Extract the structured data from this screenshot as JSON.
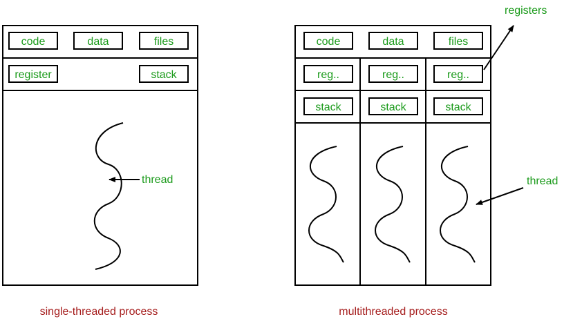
{
  "single": {
    "code": "code",
    "data": "data",
    "files": "files",
    "register": "register",
    "stack": "stack",
    "thread": "thread",
    "caption": "single-threaded process"
  },
  "multi": {
    "code": "code",
    "data": "data",
    "files": "files",
    "registers_label": "registers",
    "threads": [
      {
        "reg": "reg..",
        "stack": "stack"
      },
      {
        "reg": "reg..",
        "stack": "stack"
      },
      {
        "reg": "reg..",
        "stack": "stack"
      }
    ],
    "thread": "thread",
    "caption": "multithreaded process"
  },
  "colors": {
    "label": "#1a9a1a",
    "caption": "#a51c1c",
    "line": "#000000"
  }
}
